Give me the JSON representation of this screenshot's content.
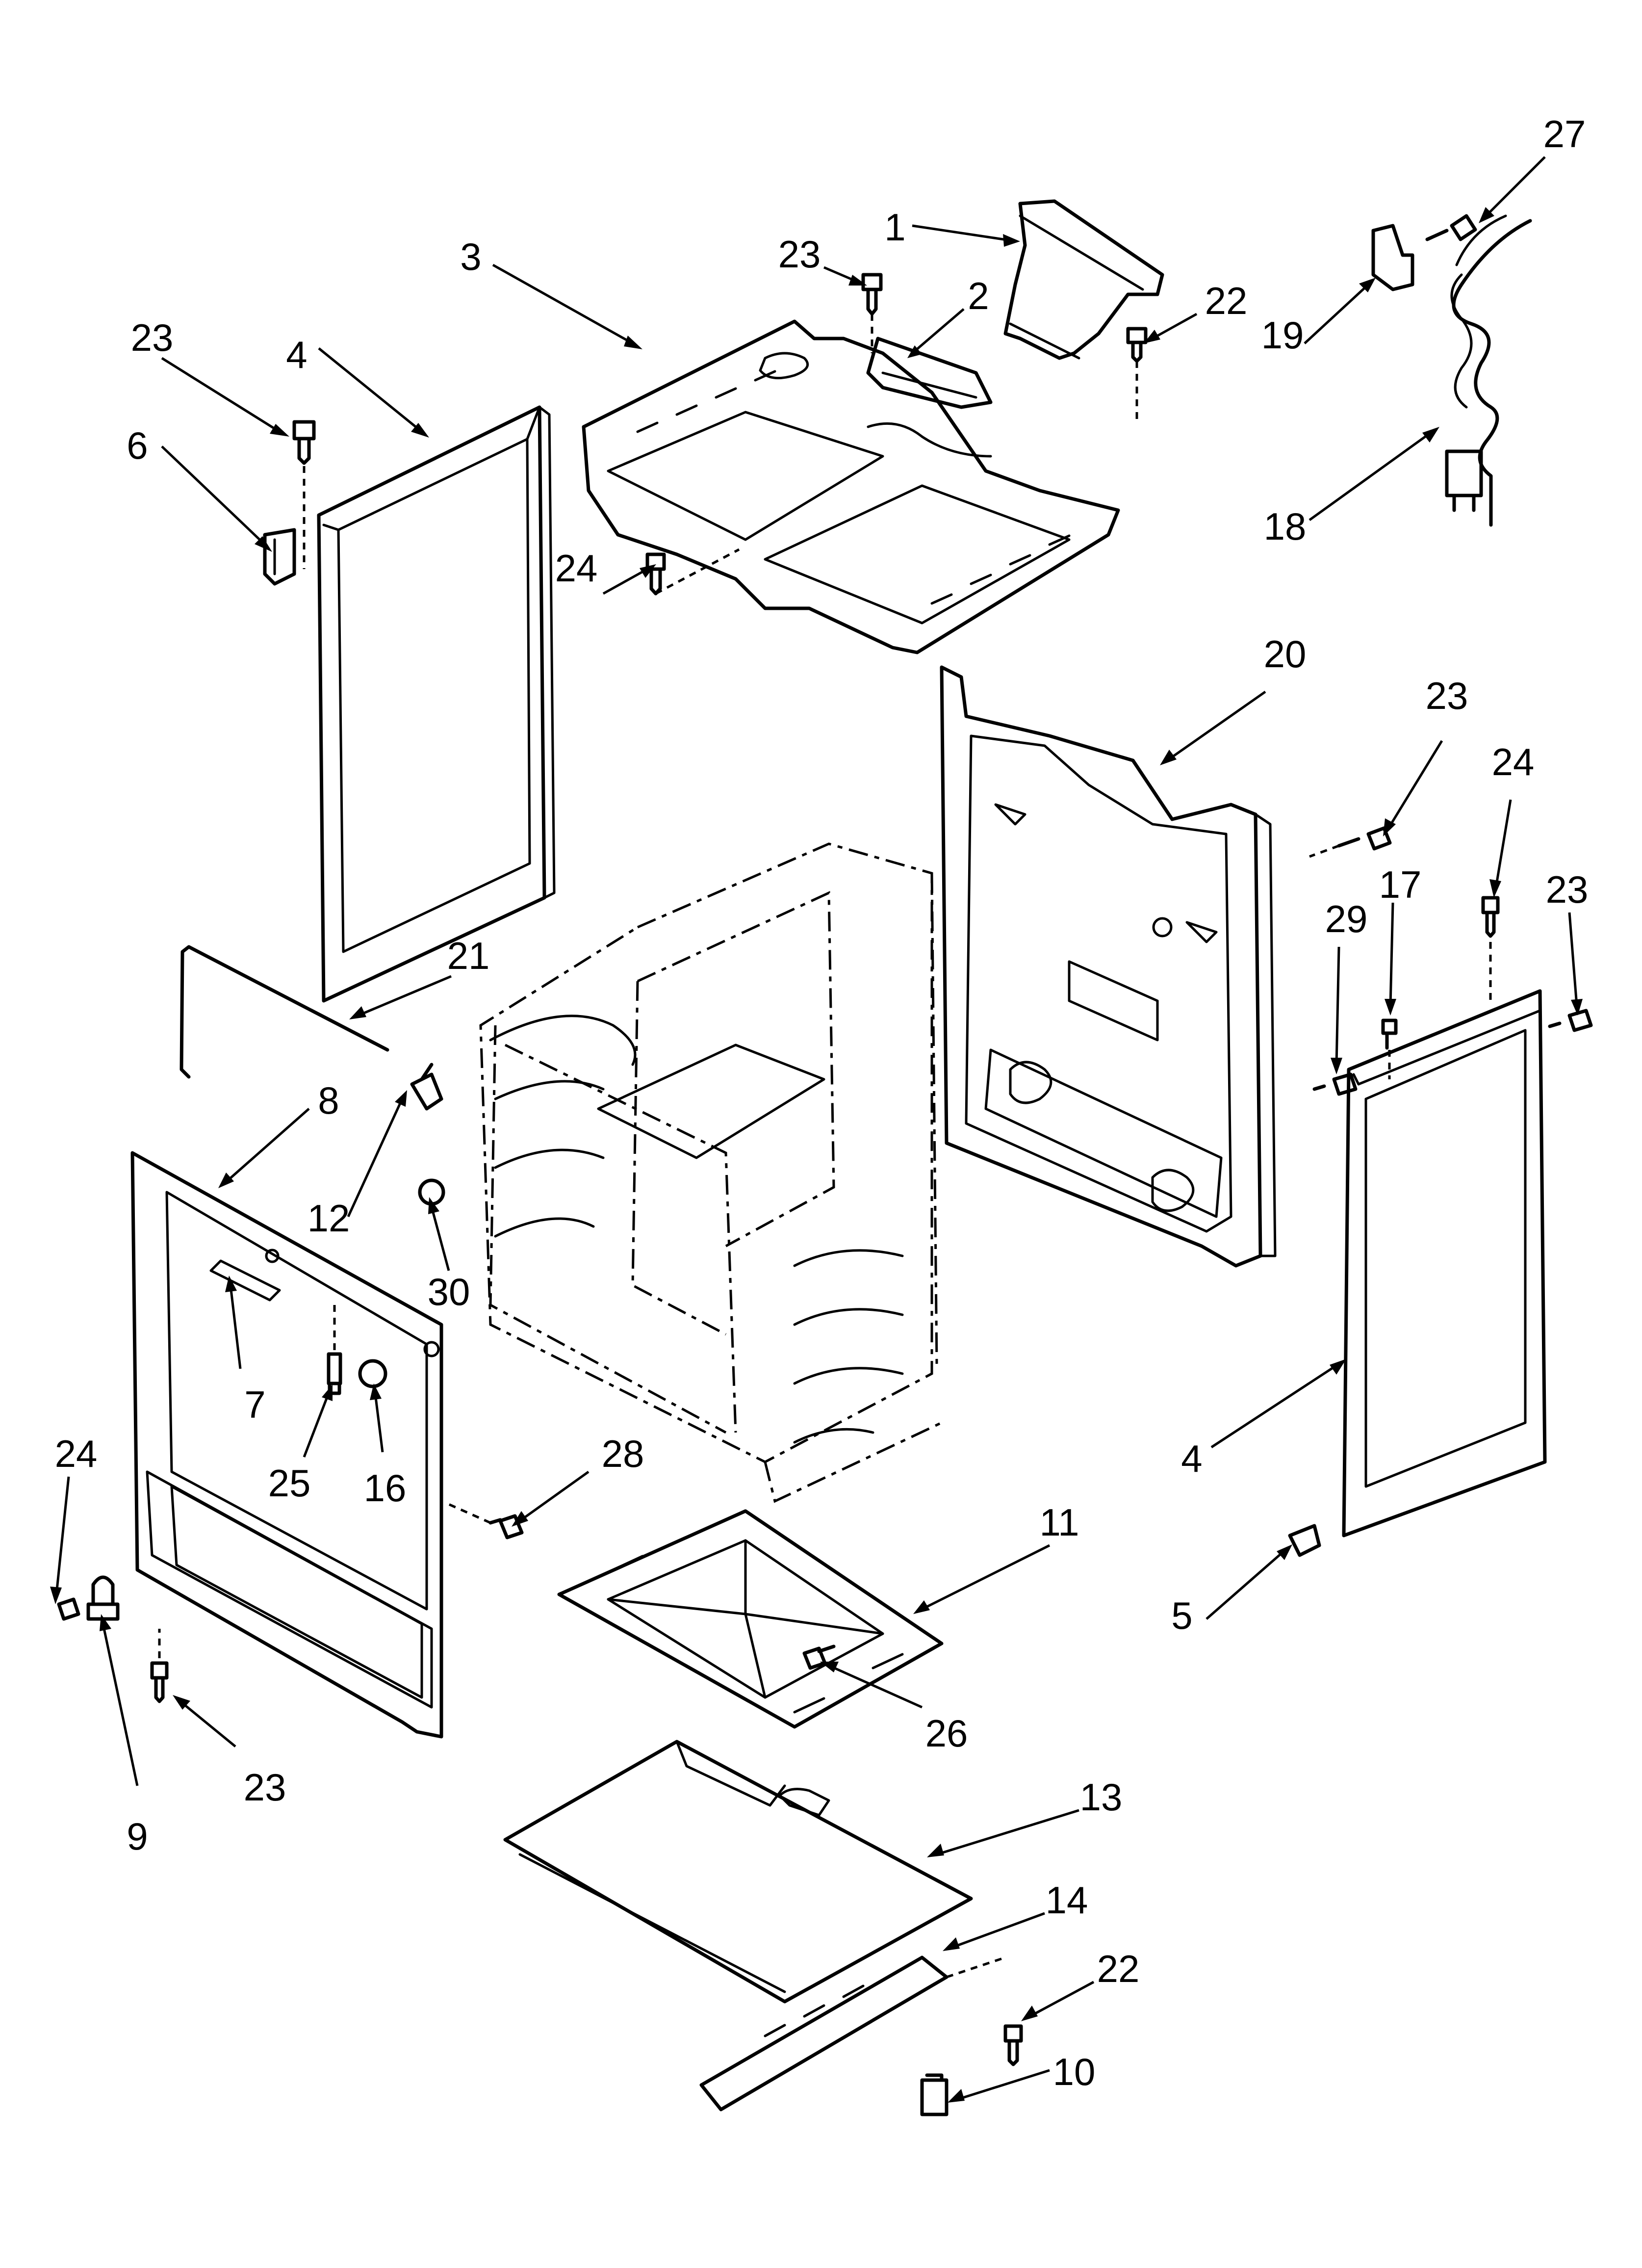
{
  "callouts": [
    {
      "id": "c1",
      "text": "1"
    },
    {
      "id": "c2",
      "text": "2"
    },
    {
      "id": "c3",
      "text": "3"
    },
    {
      "id": "c4a",
      "text": "4"
    },
    {
      "id": "c4b",
      "text": "4"
    },
    {
      "id": "c5",
      "text": "5"
    },
    {
      "id": "c6",
      "text": "6"
    },
    {
      "id": "c7",
      "text": "7"
    },
    {
      "id": "c8",
      "text": "8"
    },
    {
      "id": "c9",
      "text": "9"
    },
    {
      "id": "c10",
      "text": "10"
    },
    {
      "id": "c11",
      "text": "11"
    },
    {
      "id": "c12",
      "text": "12"
    },
    {
      "id": "c13",
      "text": "13"
    },
    {
      "id": "c14",
      "text": "14"
    },
    {
      "id": "c16",
      "text": "16"
    },
    {
      "id": "c17",
      "text": "17"
    },
    {
      "id": "c18",
      "text": "18"
    },
    {
      "id": "c19",
      "text": "19"
    },
    {
      "id": "c20",
      "text": "20"
    },
    {
      "id": "c21",
      "text": "21"
    },
    {
      "id": "c22a",
      "text": "22"
    },
    {
      "id": "c22b",
      "text": "22"
    },
    {
      "id": "c23a",
      "text": "23"
    },
    {
      "id": "c23b",
      "text": "23"
    },
    {
      "id": "c23c",
      "text": "23"
    },
    {
      "id": "c23d",
      "text": "23"
    },
    {
      "id": "c23e",
      "text": "23"
    },
    {
      "id": "c24a",
      "text": "24"
    },
    {
      "id": "c24b",
      "text": "24"
    },
    {
      "id": "c24c",
      "text": "24"
    },
    {
      "id": "c25",
      "text": "25"
    },
    {
      "id": "c26",
      "text": "26"
    },
    {
      "id": "c27",
      "text": "27"
    },
    {
      "id": "c28",
      "text": "28"
    },
    {
      "id": "c29",
      "text": "29"
    },
    {
      "id": "c30",
      "text": "30"
    }
  ]
}
